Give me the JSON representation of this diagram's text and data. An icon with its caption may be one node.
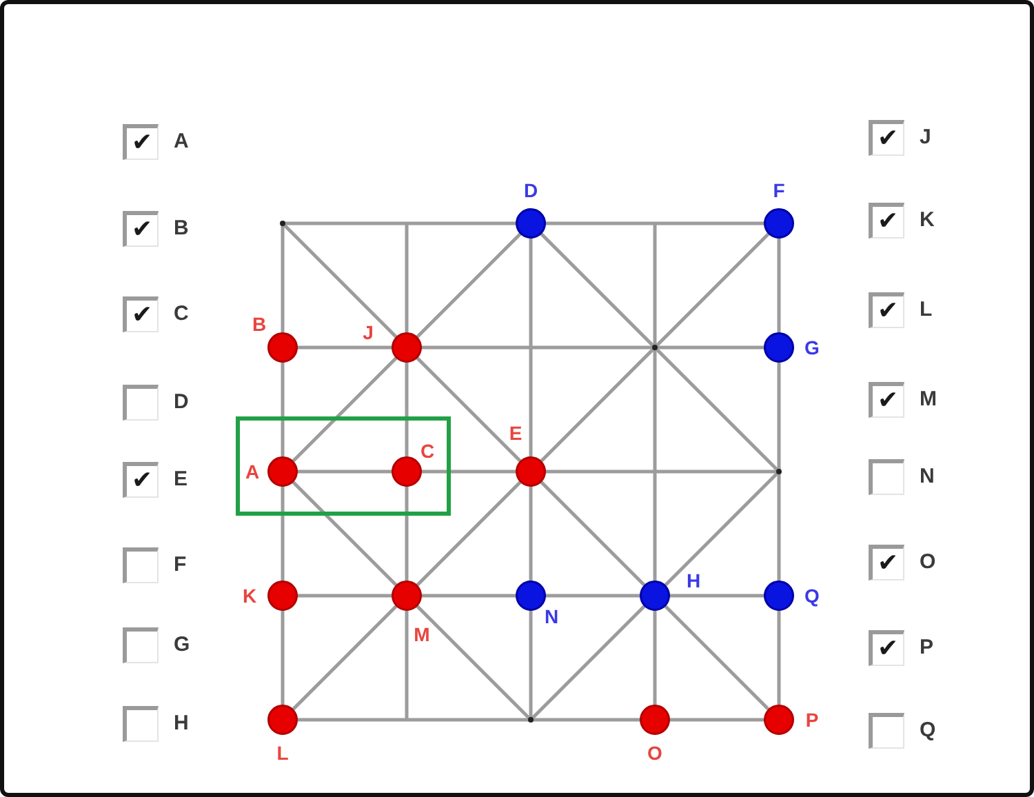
{
  "diagram": {
    "nodes": [
      {
        "text": [
          "✔"
        ],
        "beside": [
          "A"
        ]
      },
      {
        "text": [
          "✔"
        ],
        "beside": [
          "B"
        ]
      },
      {
        "text": [
          "✔"
        ],
        "beside": [
          "C"
        ]
      },
      {
        "text": [],
        "shape": "box",
        "beside": [
          "D"
        ]
      },
      {
        "text": [
          "✔"
        ],
        "beside": [
          "E"
        ]
      },
      {
        "text": [],
        "shape": "box",
        "beside": [
          "F"
        ]
      },
      {
        "text": [],
        "shape": "box",
        "beside": [
          "G"
        ]
      },
      {
        "text": [],
        "shape": "box",
        "beside": [
          "H"
        ]
      },
      {
        "text": [],
        "shape": "circle",
        "beside": [
          "D"
        ]
      },
      {
        "text": [],
        "shape": "circle",
        "beside": [
          "F"
        ]
      },
      {
        "text": [],
        "shape": "circle",
        "beside": [
          "B"
        ]
      },
      {
        "text": [],
        "shape": "circle",
        "beside": [
          "J"
        ]
      },
      {
        "text": [],
        "shape": "circle",
        "beside": [
          "G"
        ]
      },
      {
        "text": [],
        "shape": "circle",
        "beside": [
          "A"
        ]
      },
      {
        "text": [],
        "shape": "circle",
        "beside": [
          "C"
        ]
      },
      {
        "text": [],
        "shape": "circle",
        "beside": [
          "E"
        ]
      },
      {
        "text": [],
        "shape": "circle",
        "beside": [
          "K"
        ]
      },
      {
        "text": [],
        "shape": "circle",
        "beside": [
          "M"
        ]
      },
      {
        "text": [],
        "shape": "circle",
        "beside": [
          "N"
        ]
      },
      {
        "text": [],
        "shape": "circle",
        "beside": [
          "H"
        ]
      },
      {
        "text": [],
        "shape": "circle",
        "beside": [
          "Q"
        ]
      },
      {
        "text": [],
        "shape": "circle",
        "beside": [
          "L"
        ]
      },
      {
        "text": [],
        "shape": "circle",
        "beside": [
          "O"
        ]
      },
      {
        "text": [],
        "shape": "circle",
        "beside": [
          "P"
        ]
      },
      {
        "text": [
          "✔"
        ],
        "beside": [
          "J"
        ]
      },
      {
        "text": [
          "✔"
        ],
        "beside": [
          "K"
        ]
      },
      {
        "text": [
          "✔"
        ],
        "beside": [
          "L"
        ]
      },
      {
        "text": [
          "✔"
        ],
        "beside": [
          "M"
        ]
      },
      {
        "text": [],
        "shape": "box",
        "beside": [
          "N"
        ]
      },
      {
        "text": [
          "✔"
        ],
        "beside": [
          "O"
        ]
      },
      {
        "text": [
          "✔"
        ],
        "beside": [
          "P"
        ]
      },
      {
        "text": [],
        "shape": "box",
        "beside": [
          "Q"
        ]
      }
    ]
  }
}
